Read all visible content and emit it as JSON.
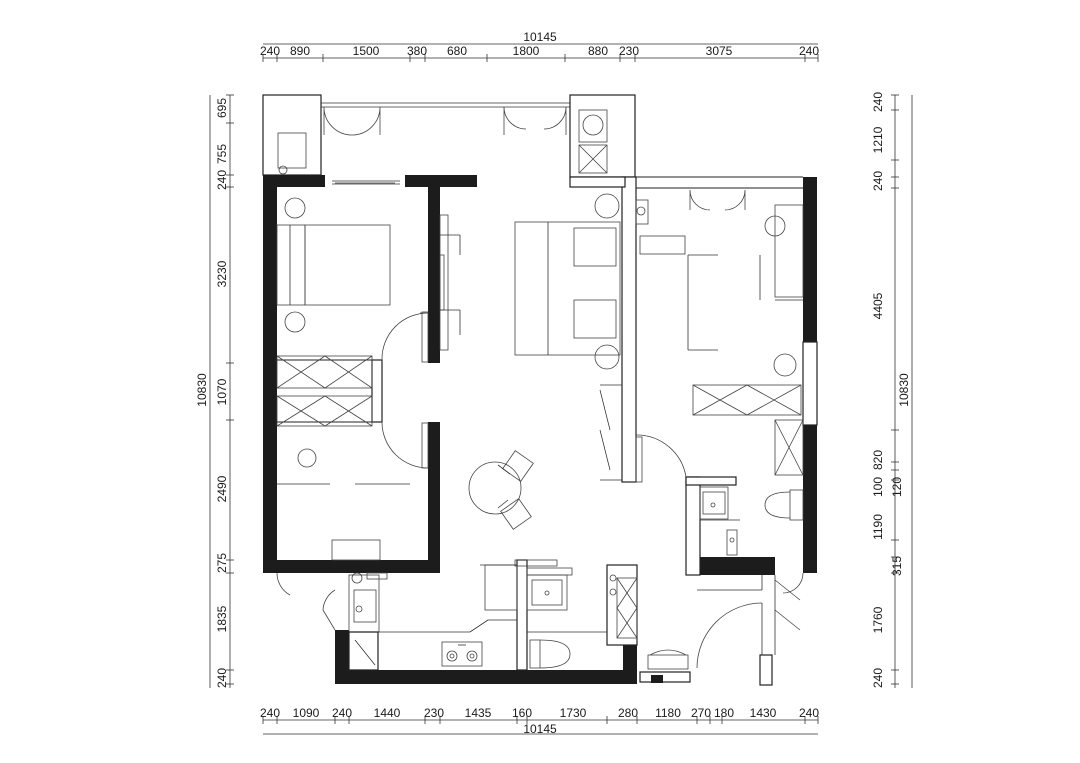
{
  "dimensions": {
    "top_total": "10145",
    "top_segments": [
      "240",
      "890",
      "1500",
      "380",
      "680",
      "1800",
      "880",
      "230",
      "3075",
      "240"
    ],
    "bottom_total": "10145",
    "bottom_segments": [
      "240",
      "1090",
      "240",
      "1440",
      "230",
      "1435",
      "160",
      "1730",
      "280",
      "1180",
      "270",
      "180",
      "1430",
      "240"
    ],
    "left_total": "10830",
    "left_segments": [
      "695",
      "755",
      "240",
      "3230",
      "1070",
      "2490",
      "275",
      "1835",
      "240"
    ],
    "right_total": "10830",
    "right_segments": [
      "240",
      "1210",
      "240",
      "4405",
      "820",
      "100",
      "120",
      "1190",
      "315",
      "1760",
      "240"
    ]
  },
  "colors": {
    "wall": "#1c1c1c",
    "line": "#333333",
    "background": "#ffffff"
  },
  "icons": [
    "door-swing",
    "sliding-door",
    "wardrobe",
    "bed",
    "nightstand-lamp",
    "dining-table",
    "chair",
    "toilet",
    "washbasin",
    "stove",
    "washing-machine",
    "bathtub"
  ]
}
